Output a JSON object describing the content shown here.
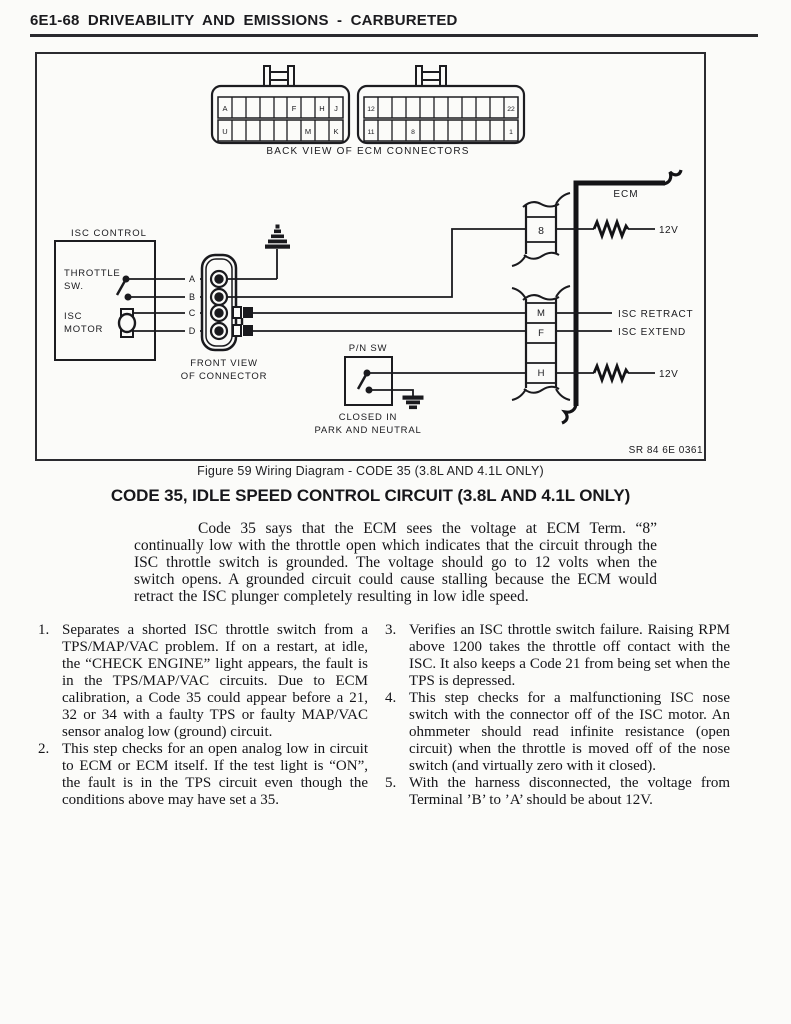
{
  "header": {
    "title": "6E1-68 DRIVEABILITY AND EMISSIONS - CARBURETED"
  },
  "figure": {
    "caption": "Figure 59 Wiring Diagram - CODE 35 (3.8L AND 4.1L ONLY)",
    "ref_code": "SR 84 6E 0361",
    "back_view_caption": "BACK VIEW OF ECM CONNECTORS",
    "ecm_left": {
      "a": "A",
      "f": "F",
      "h": "H",
      "j": "J",
      "u": "U",
      "m": "M",
      "k": "K"
    },
    "ecm_right": {
      "n12": "12",
      "n22": "22",
      "n11": "11",
      "n8": "8",
      "n1": "1"
    },
    "labels": {
      "isc_control": "ISC CONTROL",
      "throttle1": "THROTTLE",
      "throttle2": "SW.",
      "motor1": "ISC",
      "motor2": "MOTOR",
      "pin_a": "A",
      "pin_b": "B",
      "pin_c": "C",
      "pin_d": "D",
      "front1": "FRONT VIEW",
      "front2": "OF CONNECTOR",
      "pn_sw": "P/N SW",
      "closed1": "CLOSED IN",
      "closed2": "PARK AND NEUTRAL",
      "ecm": "ECM",
      "t8": "8",
      "tm": "M",
      "tf": "F",
      "th": "H",
      "v12a": "12V",
      "v12b": "12V",
      "retract": "ISC RETRACT",
      "extend": "ISC EXTEND"
    }
  },
  "section": {
    "heading": "CODE 35, IDLE SPEED CONTROL CIRCUIT (3.8L AND 4.1L ONLY)",
    "intro": "Code 35 says that the ECM sees the voltage at ECM Term. “8” continually low with the throttle open which indicates that the circuit through the ISC throttle switch is grounded. The voltage should go to 12 volts when the switch opens. A grounded circuit could cause stalling because the ECM would retract the ISC plunger completely resulting in low idle speed.",
    "items_left": [
      {
        "num": "1.",
        "text": "Separates a shorted ISC throttle switch from a TPS/MAP/VAC problem. If on a restart, at idle, the “CHECK ENGINE” light appears, the fault is in the TPS/MAP/VAC circuits. Due to ECM calibration, a Code 35 could appear before a 21, 32 or 34 with a faulty TPS or faulty MAP/VAC sensor analog low (ground) circuit."
      },
      {
        "num": "2.",
        "text": "This step checks for an open analog low in circuit to ECM or ECM itself. If the test light is “ON”, the fault is in the TPS circuit even though the conditions above may have set a 35."
      }
    ],
    "items_right": [
      {
        "num": "3.",
        "text": "Verifies an ISC throttle switch failure. Raising RPM above 1200 takes the throttle off contact with the ISC. It also keeps a Code 21 from being set when the TPS is depressed."
      },
      {
        "num": "4.",
        "text": "This step checks for a malfunctioning ISC nose switch with the connector off of the ISC motor. An ohmmeter should read infinite resistance (open circuit) when the throttle is moved off of the nose switch (and virtually zero with it closed)."
      },
      {
        "num": "5.",
        "text": "With the harness disconnected, the voltage from Terminal ’B’ to ’A’ should be about 12V."
      }
    ]
  }
}
